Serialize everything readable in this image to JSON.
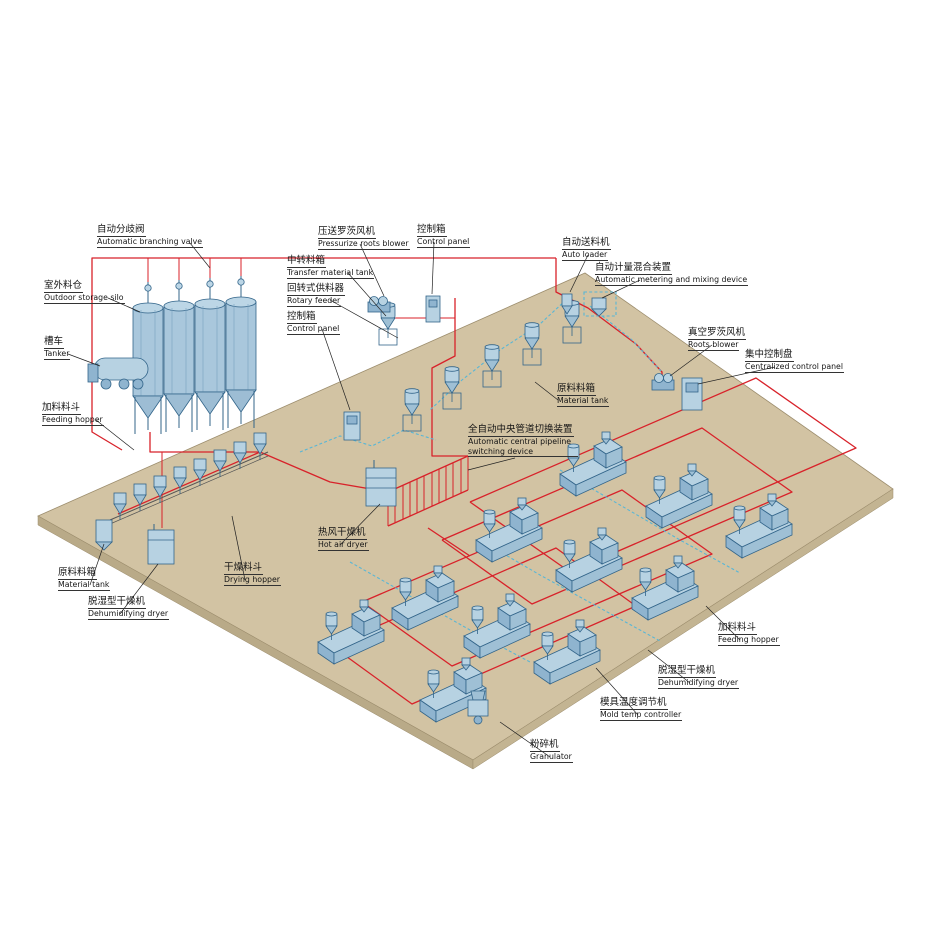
{
  "diagram": {
    "background": "#ffffff",
    "floor_color": "#d2c3a3",
    "floor_side_color": "#b9aa88",
    "machine_color": "#a9c7dc",
    "machine_stroke": "#33658a",
    "pipe_color": "#d8222a",
    "vacuum_line_color": "#58b6d6",
    "label_color": "#151515"
  },
  "labels": [
    {
      "id": "automatic-branching-valve",
      "zh": "自动分歧阀",
      "en": "Automatic branching valve"
    },
    {
      "id": "outdoor-storage-silo",
      "zh": "室外料仓",
      "en": "Outdoor storage silo"
    },
    {
      "id": "tanker",
      "zh": "槽车",
      "en": "Tanker"
    },
    {
      "id": "feeding-hopper-left",
      "zh": "加料料斗",
      "en": "Feeding hopper"
    },
    {
      "id": "pressurize-roots-blower",
      "zh": "压送罗茨风机",
      "en": "Pressurize roots blower"
    },
    {
      "id": "control-panel-top",
      "zh": "控制箱",
      "en": "Control panel"
    },
    {
      "id": "transfer-material-tank",
      "zh": "中转料箱",
      "en": "Transfer material tank"
    },
    {
      "id": "rotary-feeder",
      "zh": "回转式供料器",
      "en": "Rotary feeder"
    },
    {
      "id": "control-panel-left",
      "zh": "控制箱",
      "en": "Control panel"
    },
    {
      "id": "auto-loader",
      "zh": "自动送料机",
      "en": "Auto loader"
    },
    {
      "id": "auto-metering-mixing-device",
      "zh": "自动计量混合装置",
      "en": "Automatic metering and mixing device"
    },
    {
      "id": "vacuum-roots-blower",
      "zh": "真空罗茨风机",
      "en": "Roots blower"
    },
    {
      "id": "centralized-control-panel",
      "zh": "集中控制盘",
      "en": "Centralized control panel"
    },
    {
      "id": "material-tank-right",
      "zh": "原料料箱",
      "en": "Material tank"
    },
    {
      "id": "pipeline-switching-device",
      "zh": "全自动中央管道切换装置",
      "en": "Automatic central pipeline switching device"
    },
    {
      "id": "hot-air-dryer",
      "zh": "热风干燥机",
      "en": "Hot air dryer"
    },
    {
      "id": "material-tank-left",
      "zh": "原料料箱",
      "en": "Material tank"
    },
    {
      "id": "drying-hopper",
      "zh": "干燥料斗",
      "en": "Drying hopper"
    },
    {
      "id": "dehumidifying-dryer-left",
      "zh": "脱湿型干燥机",
      "en": "Dehumidifying dryer"
    },
    {
      "id": "feeding-hopper-right",
      "zh": "加料料斗",
      "en": "Feeding hopper"
    },
    {
      "id": "dehumidifying-dryer-right",
      "zh": "脱湿型干燥机",
      "en": "Dehumidifying dryer"
    },
    {
      "id": "mold-temp-controller",
      "zh": "模具温度调节机",
      "en": "Mold temp controller"
    },
    {
      "id": "granulator",
      "zh": "粉碎机",
      "en": "Granulator"
    }
  ]
}
